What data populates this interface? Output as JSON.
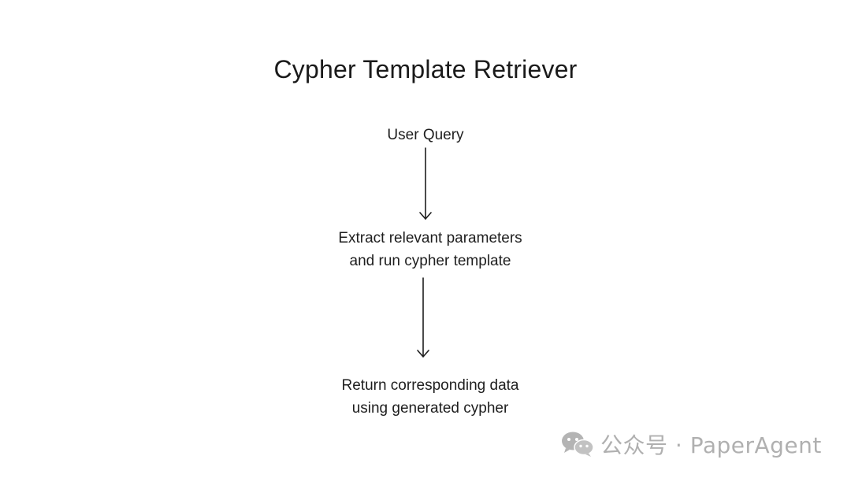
{
  "diagram": {
    "title": "Cypher Template Retriever",
    "nodes": [
      {
        "lines": [
          "User Query"
        ]
      },
      {
        "lines": [
          "Extract relevant parameters",
          "and run cypher template"
        ]
      },
      {
        "lines": [
          "Return corresponding data",
          "using generated cypher"
        ]
      }
    ]
  },
  "watermark": {
    "icon": "wechat-icon",
    "text": "公众号 · PaperAgent"
  }
}
